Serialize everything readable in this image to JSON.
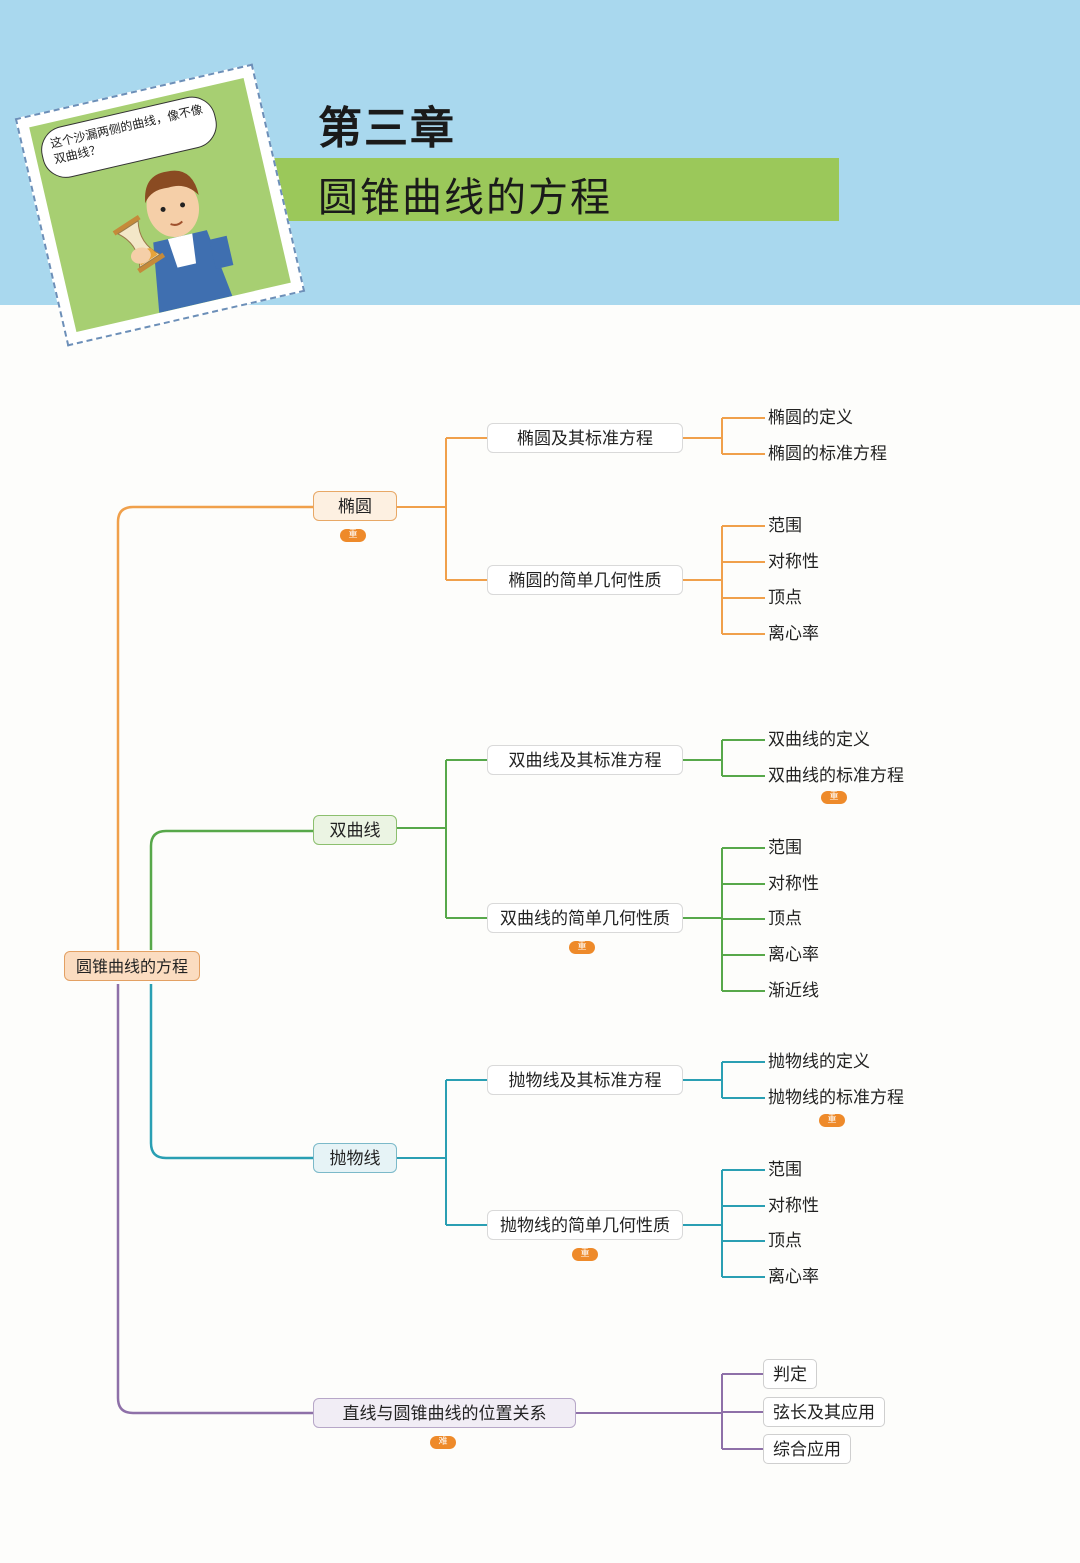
{
  "header": {
    "chapter_number": "第三章",
    "chapter_title": "圆锥曲线的方程",
    "comic_speech": "这个沙漏两侧的曲线，像不像双曲线？"
  },
  "colors": {
    "ellipse": "#f0a04b",
    "hyperbola": "#57a84a",
    "parabola": "#2a9fb3",
    "line": "#8e70a8",
    "tag": "#ee8a2a"
  },
  "mindmap": {
    "root": "圆锥曲线的方程",
    "ellipse": {
      "label": "椭圆",
      "tag": "重",
      "std": {
        "label": "椭圆及其标准方程",
        "leaves": [
          "椭圆的定义",
          "椭圆的标准方程"
        ]
      },
      "geo": {
        "label": "椭圆的简单几何性质",
        "leaves": [
          "范围",
          "对称性",
          "顶点",
          "离心率"
        ]
      }
    },
    "hyperbola": {
      "label": "双曲线",
      "std": {
        "label": "双曲线及其标准方程",
        "leaves": [
          "双曲线的定义",
          "双曲线的标准方程"
        ],
        "leaf_tag": "重"
      },
      "geo": {
        "label": "双曲线的简单几何性质",
        "tag": "重",
        "leaves": [
          "范围",
          "对称性",
          "顶点",
          "离心率",
          "渐近线"
        ]
      }
    },
    "parabola": {
      "label": "抛物线",
      "std": {
        "label": "抛物线及其标准方程",
        "leaves": [
          "抛物线的定义",
          "抛物线的标准方程"
        ],
        "leaf_tag": "重"
      },
      "geo": {
        "label": "抛物线的简单几何性质",
        "tag": "重",
        "leaves": [
          "范围",
          "对称性",
          "顶点",
          "离心率"
        ]
      }
    },
    "line": {
      "label": "直线与圆锥曲线的位置关系",
      "tag": "难",
      "leaves": [
        "判定",
        "弦长及其应用",
        "综合应用"
      ]
    }
  }
}
